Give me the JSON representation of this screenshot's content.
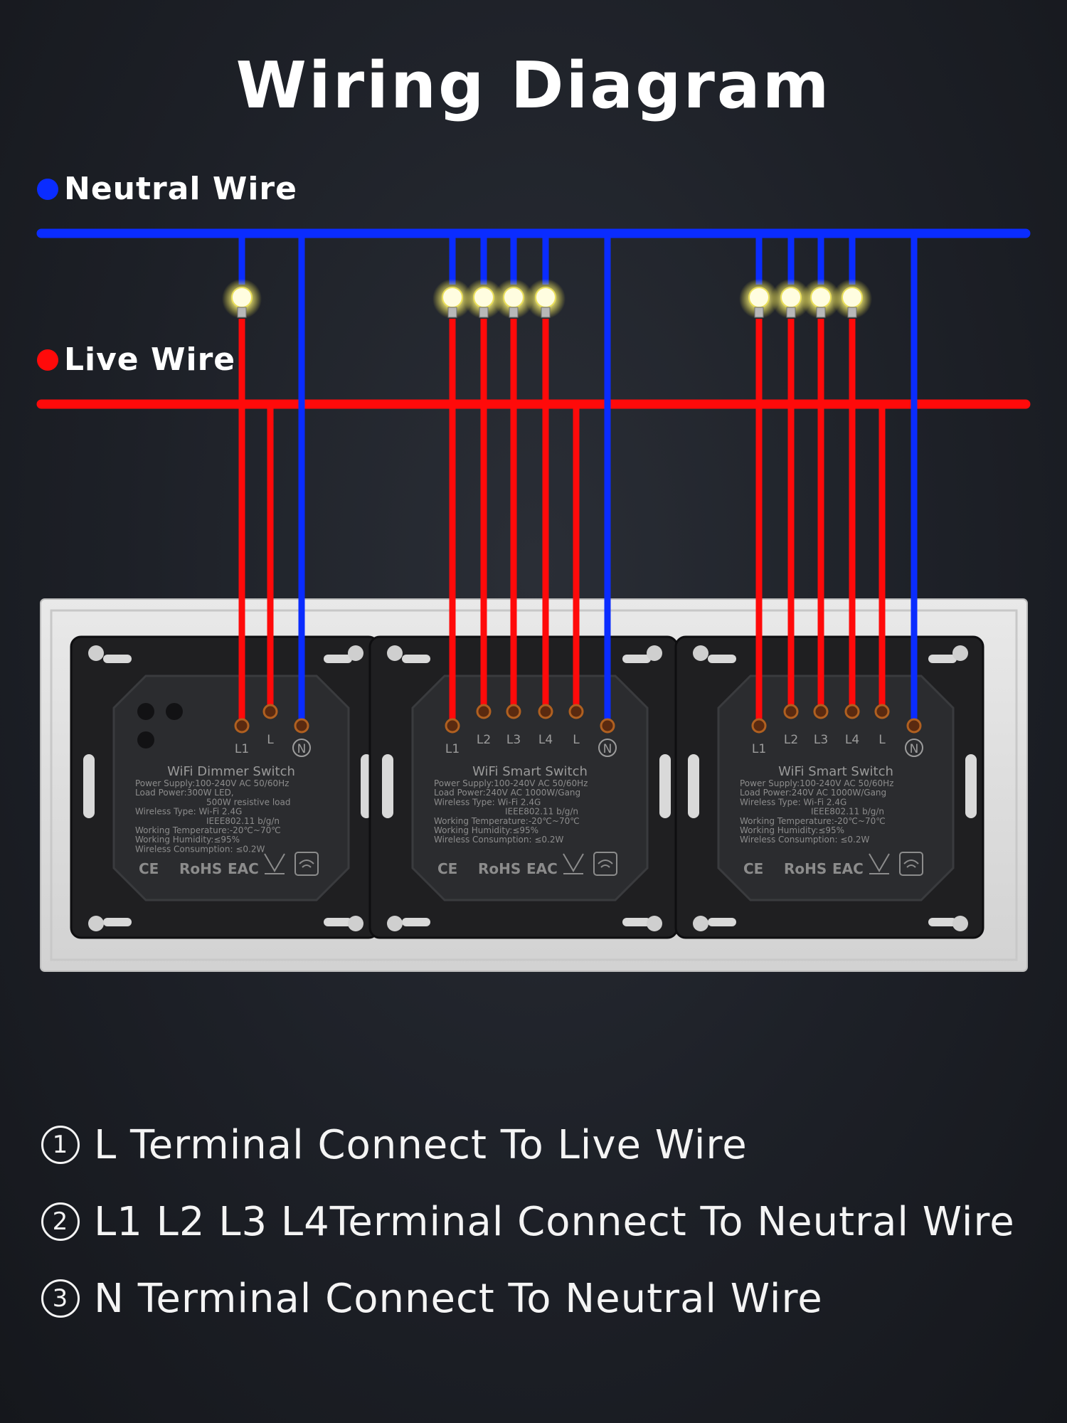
{
  "title": "Wiring Diagram",
  "legend": {
    "neutral": {
      "label": "Neutral Wire",
      "color": "#0a2cff"
    },
    "live": {
      "label": "Live Wire",
      "color": "#ff0a0a"
    }
  },
  "modules": [
    {
      "name": "WiFi Dimmer Switch",
      "terminals": [
        "L1",
        "L",
        "N"
      ],
      "specs": [
        "Power Supply:100-240V AC 50/60Hz",
        "Load Power:300W LED,",
        "500W resistive load",
        "Wireless Type: Wi-Fi 2.4G",
        "IEEE802.11 b/g/n",
        "Working Temperature:-20℃~70℃",
        "Working Humidity:≤95%",
        "Wireless Consumption: ≤0.2W"
      ],
      "marks": [
        "CE",
        "RoHS",
        "EAC"
      ]
    },
    {
      "name": "WiFi Smart Switch",
      "terminals": [
        "L1",
        "L2",
        "L3",
        "L4",
        "L",
        "N"
      ],
      "specs": [
        "Power Supply:100-240V AC 50/60Hz",
        "Load Power:240V AC 1000W/Gang",
        "Wireless Type: Wi-Fi 2.4G",
        "IEEE802.11 b/g/n",
        "Working Temperature:-20℃~70℃",
        "Working Humidity:≤95%",
        "Wireless Consumption: ≤0.2W"
      ],
      "marks": [
        "CE",
        "RoHS",
        "EAC"
      ]
    },
    {
      "name": "WiFi Smart Switch",
      "terminals": [
        "L1",
        "L2",
        "L3",
        "L4",
        "L",
        "N"
      ],
      "specs": [
        "Power Supply:100-240V AC 50/60Hz",
        "Load Power:240V AC 1000W/Gang",
        "Wireless Type: Wi-Fi 2.4G",
        "IEEE802.11 b/g/n",
        "Working Temperature:-20℃~70℃",
        "Working Humidity:≤95%",
        "Wireless Consumption: ≤0.2W"
      ],
      "marks": [
        "CE",
        "RoHS",
        "EAC"
      ]
    }
  ],
  "instructions": [
    {
      "number": "1",
      "text": "L Terminal Connect To Live Wire"
    },
    {
      "number": "2",
      "text": "L1 L2 L3 L4Terminal Connect To Neutral Wire"
    },
    {
      "number": "3",
      "text": "N Terminal Connect To Neutral Wire"
    }
  ]
}
